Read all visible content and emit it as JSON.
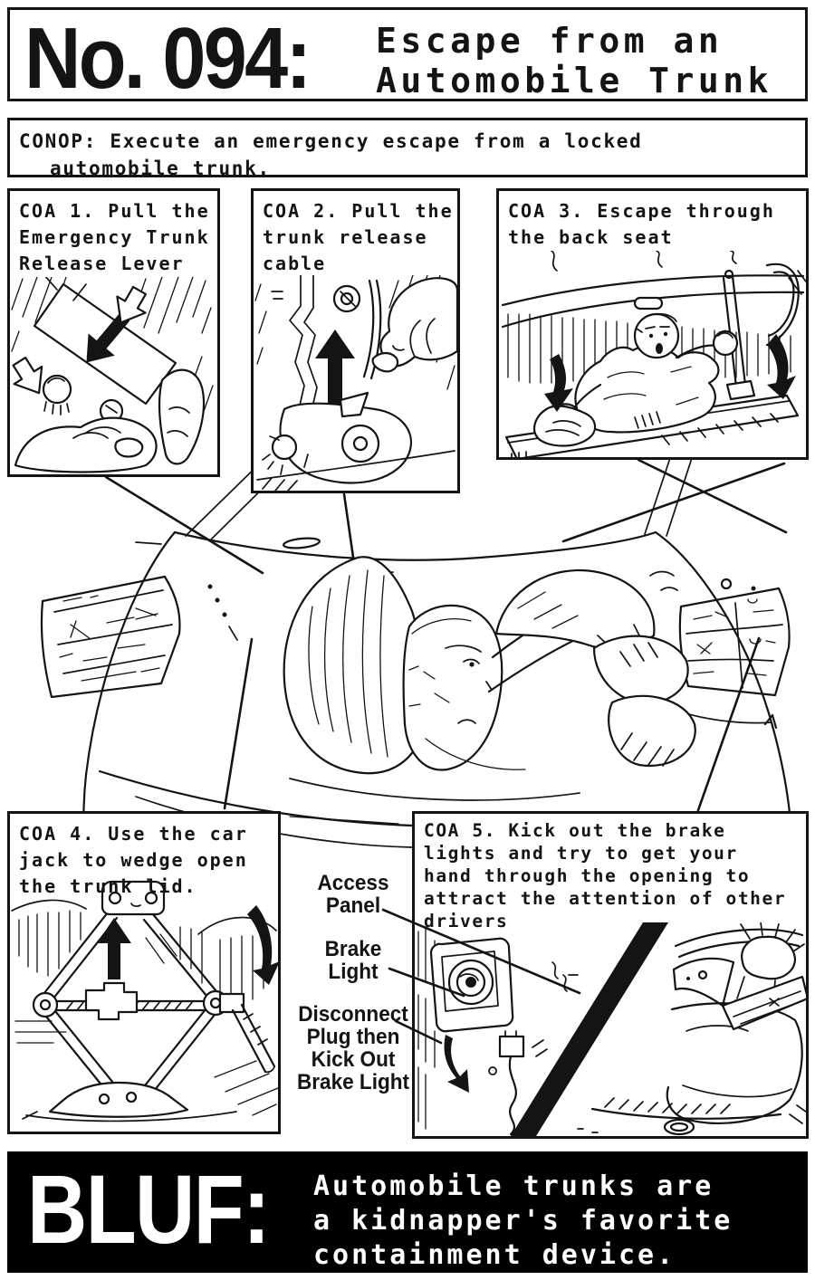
{
  "colors": {
    "ink": "#141414",
    "paper": "#ffffff",
    "banner_bg": "#000000",
    "banner_text": "#ffffff"
  },
  "header": {
    "number": "No. 094:",
    "title_lines": [
      "Escape from an",
      "Automobile Trunk"
    ]
  },
  "conop": {
    "lines": [
      "CONOP: Execute an emergency escape from a locked",
      "automobile trunk."
    ]
  },
  "coa": [
    {
      "lines": [
        "COA 1. Pull the",
        "Emergency Trunk",
        "Release Lever"
      ],
      "scene": "hand pulling T-shaped glow-in-dark emergency release lever, pull-direction arrows"
    },
    {
      "lines": [
        "COA 2. Pull the",
        "trunk release",
        "cable"
      ],
      "scene": "fingers pulling trunk release cable above latch mechanism, up arrow"
    },
    {
      "lines": [
        "COA 3. Escape through",
        "the back seat"
      ],
      "scene": "person crawling from trunk over folded rear seatback into cabin, arrows"
    },
    {
      "lines": [
        "COA 4. Use the car",
        "jack to wedge open",
        "the trunk lid."
      ],
      "scene": "scissor jack raised inside trunk, up arrow, crank handle with turn arrow"
    },
    {
      "lines": [
        "COA 5. Kick out the brake",
        "lights and try to get your",
        "hand through the opening to",
        "attract the attention of other",
        "drivers"
      ],
      "scene": "brake light access panel and plug inside trunk; hand waving out of tail light opening"
    }
  ],
  "callouts": [
    {
      "lines": [
        "Access",
        "Panel"
      ]
    },
    {
      "lines": [
        "Brake",
        "Light"
      ]
    },
    {
      "lines": [
        "Disconnect",
        "Plug then",
        "Kick Out",
        "Brake Light"
      ]
    }
  ],
  "center_figure": {
    "scene": "person curled inside open automobile trunk seen from rear, tail lights both sides, leader lines to each COA panel"
  },
  "bluf": {
    "label": "BLUF:",
    "lines": [
      "Automobile trunks are",
      "a kidnapper's favorite",
      "containment device."
    ]
  }
}
